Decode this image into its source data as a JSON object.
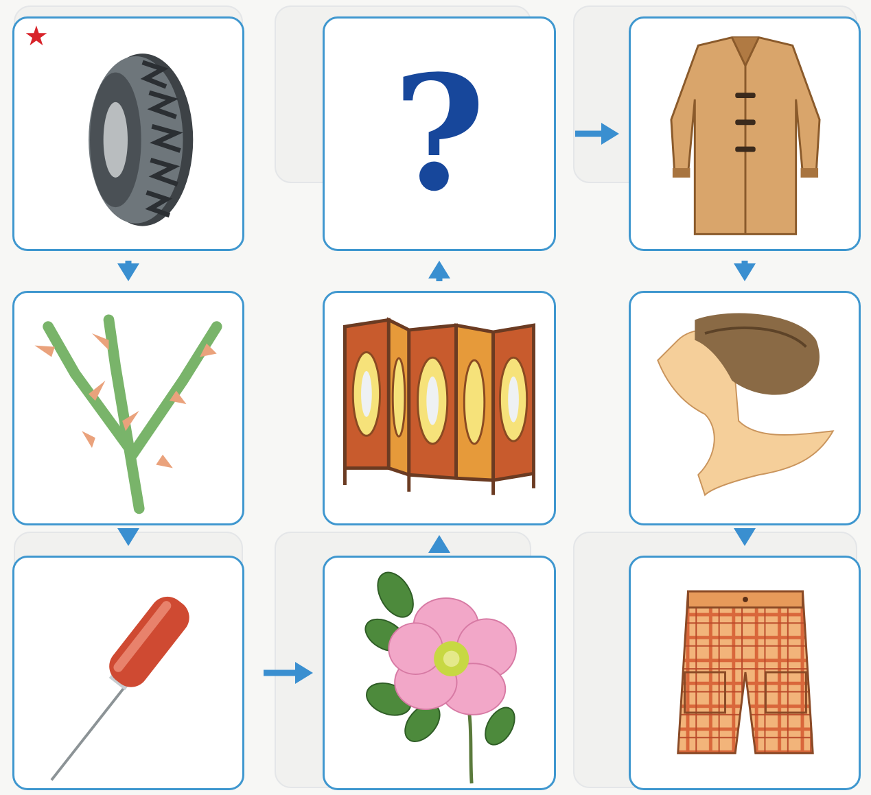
{
  "marker": {
    "star_symbol": "★",
    "star_color": "#d8232a"
  },
  "question": {
    "symbol": "?",
    "color": "#17479b"
  },
  "colors": {
    "card_border": "#3f97cf",
    "arrow": "#3a8fd0"
  },
  "cards": [
    {
      "id": "tire",
      "icon": "tire-icon"
    },
    {
      "id": "question",
      "icon": "question-mark-icon"
    },
    {
      "id": "coat",
      "icon": "fur-coat-icon"
    },
    {
      "id": "thorny-branch",
      "icon": "thorny-branch-icon"
    },
    {
      "id": "folding-screen",
      "icon": "folding-screen-icon"
    },
    {
      "id": "neck",
      "icon": "neck-profile-icon"
    },
    {
      "id": "awl",
      "icon": "awl-icon"
    },
    {
      "id": "rosehip-flower",
      "icon": "rosehip-flower-icon"
    },
    {
      "id": "shorts",
      "icon": "shorts-icon"
    }
  ],
  "flow": [
    [
      "tire",
      "thorny-branch"
    ],
    [
      "thorny-branch",
      "awl"
    ],
    [
      "awl",
      "rosehip-flower"
    ],
    [
      "rosehip-flower",
      "folding-screen"
    ],
    [
      "folding-screen",
      "question"
    ],
    [
      "question",
      "coat"
    ],
    [
      "coat",
      "neck"
    ],
    [
      "neck",
      "shorts"
    ]
  ]
}
